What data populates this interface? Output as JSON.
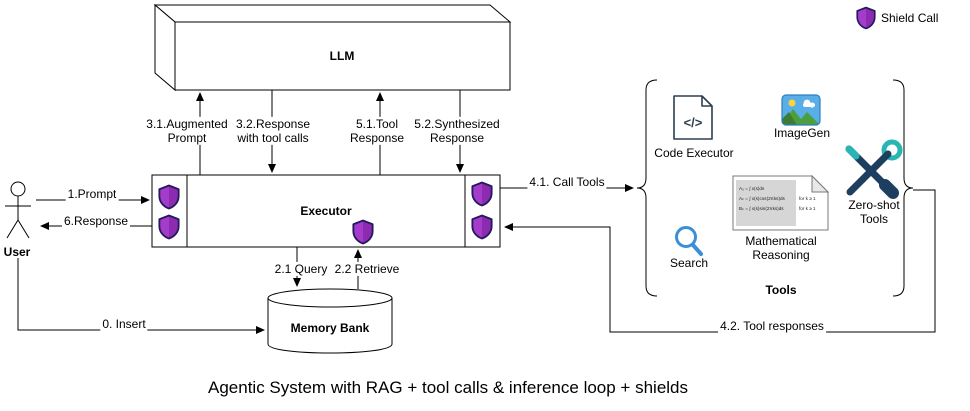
{
  "title": "Agentic System with RAG + tool calls & inference loop + shields",
  "legend": {
    "shield_label": "Shield Call"
  },
  "nodes": {
    "llm": {
      "label": "LLM"
    },
    "executor": {
      "label": "Executor"
    },
    "user": {
      "label": "User"
    },
    "memory_bank": {
      "label": "Memory Bank"
    }
  },
  "tools_group": {
    "label": "Tools",
    "code_executor": {
      "label": "Code Executor",
      "glyph": "</>"
    },
    "imagegen": {
      "label": "ImageGen"
    },
    "search": {
      "label": "Search"
    },
    "mathematical_reasoning": {
      "label": "Mathematical\nReasoning",
      "equations": [
        "A₀ = ∫ x(s)ds",
        "Aₖ = ∫ x(s)cos(2πks)ds",
        "Bₖ = ∫ x(s)sin(2πks)ds"
      ],
      "condition": "for k ≥ 1"
    },
    "zero_shot": {
      "label": "Zero-shot\nTools"
    }
  },
  "edges": {
    "insert": {
      "label": "0. Insert"
    },
    "prompt": {
      "label": "1.Prompt"
    },
    "query": {
      "label": "2.1 Query"
    },
    "retrieve": {
      "label": "2.2 Retrieve"
    },
    "augmented_prompt": {
      "label": "3.1.Augmented\nPrompt"
    },
    "response_with_tool_calls": {
      "label": "3.2.Response\nwith tool calls"
    },
    "call_tools": {
      "label": "4.1. Call Tools"
    },
    "tool_responses": {
      "label": "4.2. Tool responses"
    },
    "tool_response": {
      "label": "5.1.Tool\nResponse"
    },
    "synthesized_response": {
      "label": "5.2.Synthesized\nResponse"
    },
    "response": {
      "label": "6.Response"
    }
  },
  "colors": {
    "shield_fill": "#a43bcb",
    "shield_fill_dark": "#8c2bb0",
    "shield_stroke": "#221a5c",
    "icon_blue": "#3b8fd6",
    "tool_dark": "#1d3e5e",
    "tool_teal": "#2ab5b5",
    "line": "#000000"
  }
}
